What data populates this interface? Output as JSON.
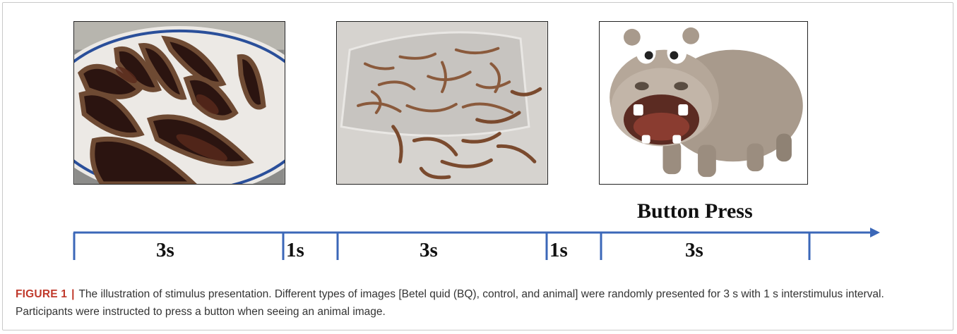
{
  "figure": {
    "label": "FIGURE 1",
    "separator": "|",
    "caption": "The illustration of stimulus presentation. Different types of images [Betel quid (BQ), control, and animal] were randomly presented for 3 s with 1 s interstimulus interval. Participants were instructed to press a button when seeing an animal image."
  },
  "panels": [
    {
      "icon": "betel-quid-photo"
    },
    {
      "icon": "control-image-photo"
    },
    {
      "icon": "hippo-cartoon"
    }
  ],
  "timeline": {
    "button_press_label": "Button Press",
    "segments": [
      "3s",
      "1s",
      "3s",
      "1s",
      "3s"
    ],
    "line_color": "#3b67b8"
  },
  "colors": {
    "figure_label": "#c0392b",
    "caption_text": "#333333",
    "frame_border": "#c9c9c9"
  }
}
